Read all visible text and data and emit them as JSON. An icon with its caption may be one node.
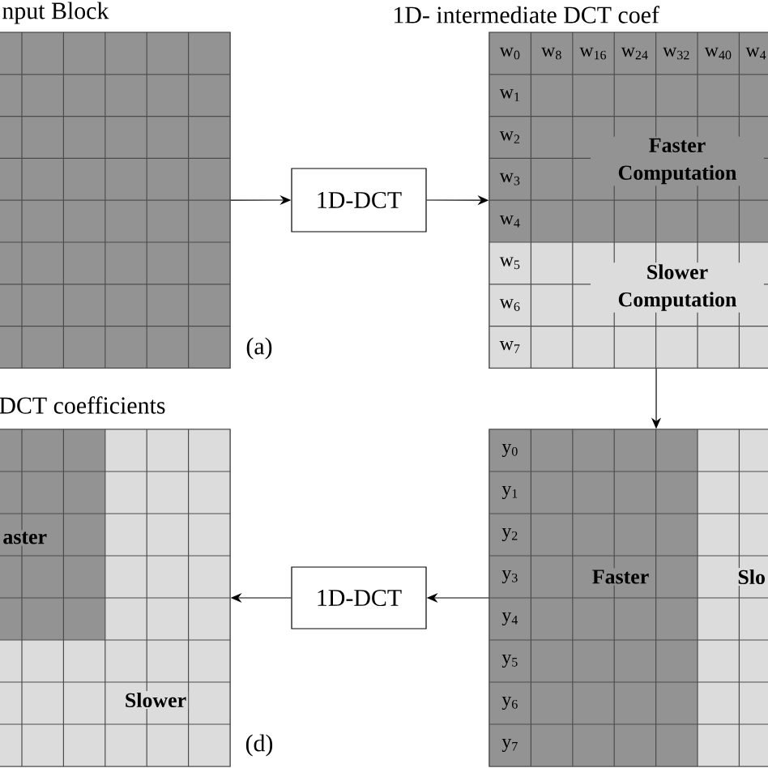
{
  "diagram": {
    "nodes": [
      {
        "text": [
          "nput Block"
        ],
        "beside": [
          "(a)"
        ]
      },
      {
        "text": [
          "1D-DCT"
        ]
      },
      {
        "text": [
          "1D- intermediate DCT coef",
          "w$_{0}$",
          "w$_{8}$",
          "w$_{16}$",
          "w$_{24}$",
          "w$_{32}$",
          "w$_{40}$",
          "w$_{4}$",
          "w$_{1}$",
          "w$_{2}$",
          "w$_{3}$",
          "w$_{4}$",
          "w$_{5}$",
          "w$_{6}$",
          "w$_{7}$",
          "Faster Computation",
          "Slower Computation"
        ]
      },
      {
        "text": [
          "y$_{0}$",
          "y$_{1}$",
          "y$_{2}$",
          "y$_{3}$",
          "y$_{4}$",
          "y$_{5}$",
          "y$_{6}$",
          "y$_{7}$",
          "Faster",
          "Slo"
        ]
      },
      {
        "text": [
          "1D-DCT"
        ]
      },
      {
        "text": [
          "DCT coefficients",
          "aster",
          "Slower"
        ],
        "beside": [
          "(d)"
        ]
      }
    ],
    "edges": [
      {
        "from": 0,
        "to": 1,
        "arrow": "to"
      },
      {
        "from": 1,
        "to": 2,
        "arrow": "to"
      },
      {
        "from": 2,
        "to": 3,
        "arrow": "to"
      },
      {
        "from": 3,
        "to": 4,
        "arrow": "to"
      },
      {
        "from": 4,
        "to": 5,
        "arrow": "to"
      }
    ]
  }
}
